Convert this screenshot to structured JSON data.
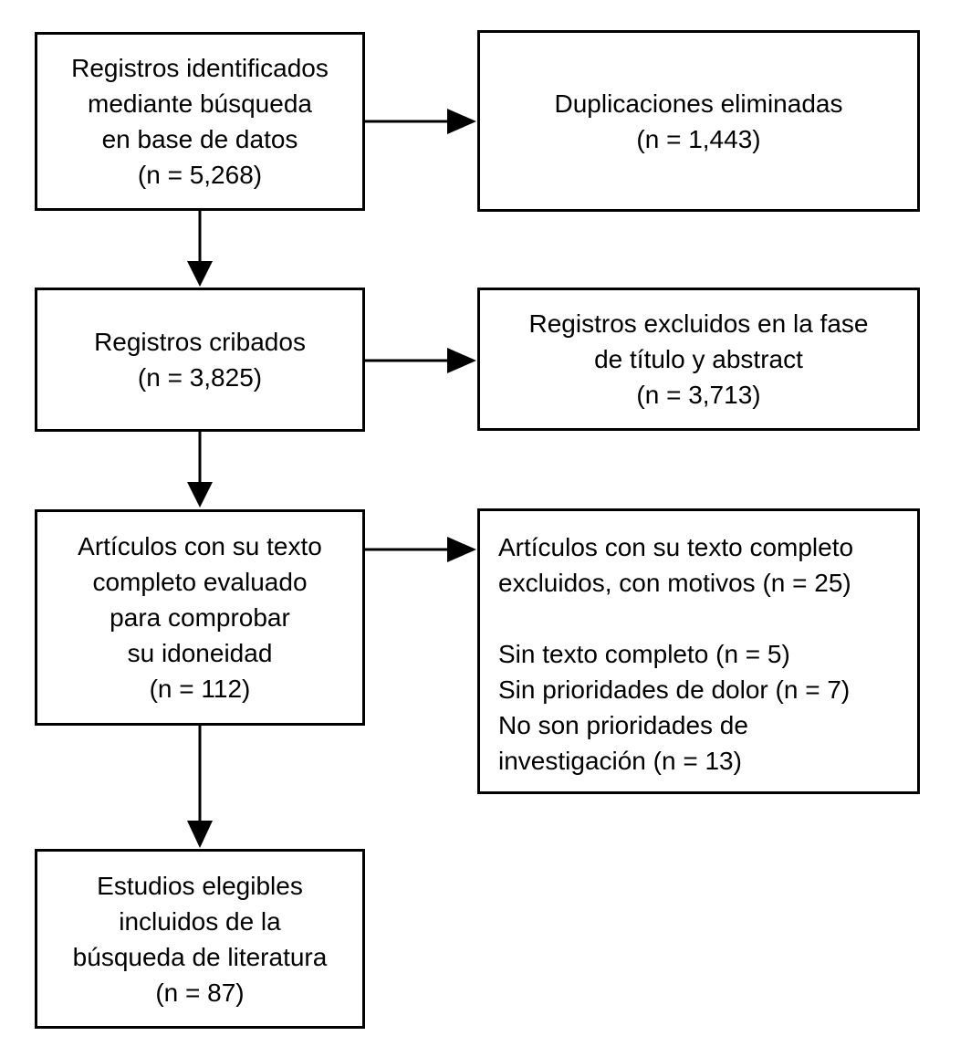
{
  "flowchart": {
    "boxes": {
      "identified": "Registros identificados\nmediante búsqueda\nen base de datos\n(n = 5,268)",
      "duplicates_removed": "Duplicaciones eliminadas\n(n = 1,443)",
      "screened": "Registros cribados\n(n = 3,825)",
      "excluded_title_abstract": "Registros excluidos en la fase\nde título y abstract\n(n = 3,713)",
      "fulltext_assessed": "Artículos con su texto\ncompleto evaluado\npara comprobar\nsu idoneidad\n(n = 112)",
      "fulltext_excluded": "Artículos con su texto completo\nexcluidos, con motivos (n = 25)\n\nSin texto completo (n = 5)\nSin prioridades de dolor (n = 7)\nNo son prioridades de\ninvestigación (n = 13)",
      "included": "Estudios elegibles\nincluidos de la\nbúsqueda de literatura\n(n = 87)"
    },
    "counts": {
      "identified": "5,268",
      "duplicates_removed": "1,443",
      "screened": "3,825",
      "excluded_title_abstract": "3,713",
      "fulltext_assessed": "112",
      "fulltext_excluded_total": "25",
      "no_fulltext": "5",
      "no_pain_priorities": "7",
      "not_research_priorities": "13",
      "included": "87"
    },
    "colors": {
      "background": "#ffffff",
      "border": "#000000",
      "text": "#000000",
      "arrow": "#000000"
    }
  }
}
